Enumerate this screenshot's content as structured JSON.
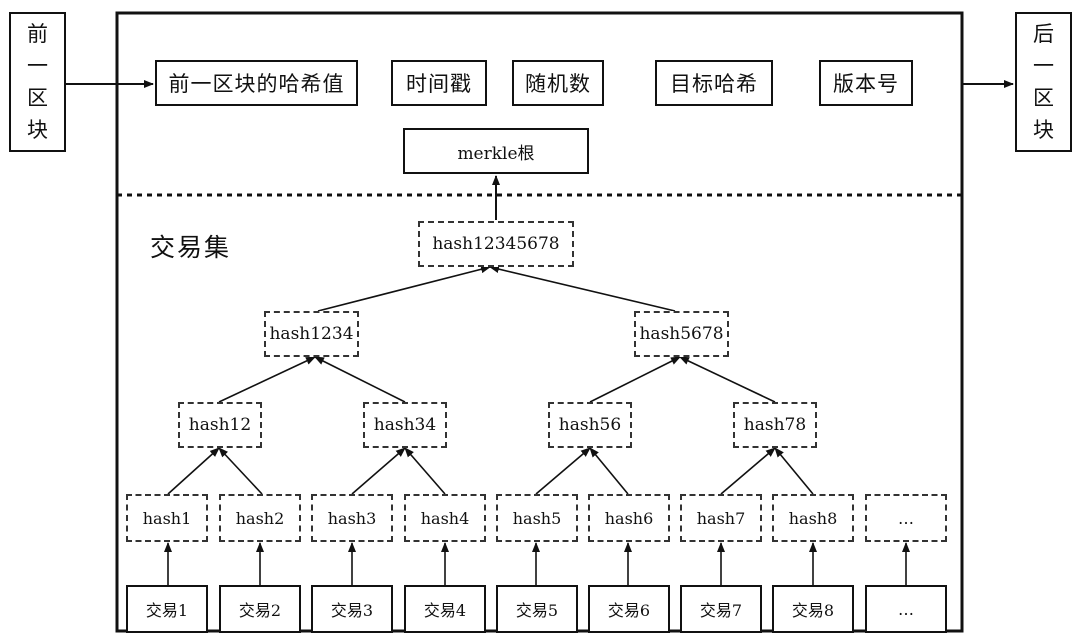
{
  "side": {
    "prev_chars": [
      "前",
      "一",
      "区",
      "块"
    ],
    "next_chars": [
      "后",
      "一",
      "区",
      "块"
    ]
  },
  "header": {
    "prev_hash": "前一区块的哈希值",
    "timestamp": "时间戳",
    "nonce": "随机数",
    "target": "目标哈希",
    "version": "版本号"
  },
  "merkle_root": "merkle根",
  "tx_set_label": "交易集",
  "tree": {
    "root": "hash12345678",
    "level2": [
      "hash1234",
      "hash5678"
    ],
    "level3": [
      "hash12",
      "hash34",
      "hash56",
      "hash78"
    ],
    "leaves": [
      "hash1",
      "hash2",
      "hash3",
      "hash4",
      "hash5",
      "hash6",
      "hash7",
      "hash8",
      "…"
    ]
  },
  "transactions": [
    "交易1",
    "交易2",
    "交易3",
    "交易4",
    "交易5",
    "交易6",
    "交易7",
    "交易8",
    "…"
  ]
}
